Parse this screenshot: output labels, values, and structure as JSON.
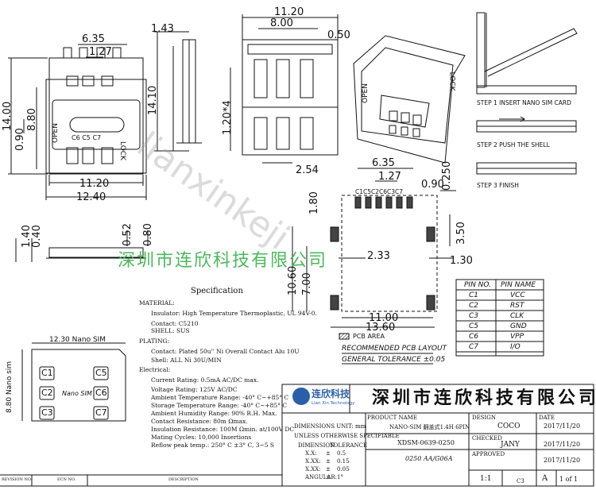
{
  "dims": {
    "top_6_35": "6.35",
    "top_1_27": "1.27",
    "h14": "14.00",
    "h0_90": "0.90",
    "h8_80": "8.80",
    "w11_20": "11.20",
    "w12_40": "12.40",
    "mid_11_20": "11.20",
    "mid_8_00": "8.00",
    "mid_0_50": "0.50",
    "mid_1_43": "1.43",
    "mid_14_10": "14.10",
    "mid_1_20x4": "1.20*4",
    "mid_2_54": "2.54",
    "side_1_40": "1.40",
    "side_0_40": "0.40",
    "side_0_52": "0.52",
    "side_0_80": "0.80",
    "pcb_6_35": "6.35",
    "pcb_1_27": "1.27",
    "pcb_0_90": "0.90",
    "pcb_0_250": "0.250",
    "pcb_1_80": "1.80",
    "pcb_3_50": "3.50",
    "pcb_2_33": "2.33",
    "pcb_1_30": "1.30",
    "pcb_10_60": "10.60",
    "pcb_7_00": "7.00",
    "pcb_11_00": "11.00",
    "pcb_13_60": "13.60"
  },
  "labels": {
    "open": "OPEN",
    "lock": "LOCK",
    "c6c5c7": "C6  C5  C7",
    "pcb_pins": "C1C5C2C6C3C7",
    "pcb_area": "PCB AREA",
    "recommended": "RECOMMENDED PCB LAYOUT",
    "tolerance": "GENERAL TOLERANCE ±0.05",
    "nano_sim_w": "12.30 Nano SIM",
    "nano_sim_h": "8.80 Nano sim",
    "nano_sim": "Nano SIM",
    "sim_pins": [
      "C1",
      "C5",
      "C2",
      "C6",
      "C3",
      "C7"
    ]
  },
  "steps": {
    "step1": "STEP 1 INSERT NANO SIM CARD",
    "step2": "STEP 2 PUSH THE SHELL",
    "step3": "STEP 3 FINISH"
  },
  "spec": {
    "title": "Specification",
    "material": "MATERIAL:",
    "insulator": "Insulator: High Temperature Thermoplastic, UL 94V-0.",
    "contact": "Contact: C5210",
    "shell": "SHELL: SUS",
    "plating": "PLATING:",
    "plating_contact": "Contact: Plated 50u'' Ni Overall Contact Alu 10U",
    "plating_shell": "Shell: ALL Ni 30U/MIN",
    "electrical": "Electrical:",
    "lines": [
      "Current Rating: 0.5mA AC/DC max.",
      "Voltage Rating: 125V AC/DC",
      "Ambient Temperature Range: -40° C~+85° C",
      "Storage Temperature Range: -40° C~+85° C",
      "Ambient Humidity Range: 90% R.H. Max.",
      "Contact Resistance: 80m Ωmax.",
      "Insulation Resistance: 100M Ωmin. at/100V DC",
      "Mating Cycles: 10,000 Insertions",
      "Reflow peak temp.: 250° C ±3° C, 3~5 S"
    ]
  },
  "pin_table": {
    "headers": [
      "PIN NO.",
      "PIN NAME"
    ],
    "rows": [
      [
        "C1",
        "VCC"
      ],
      [
        "C2",
        "RST"
      ],
      [
        "C3",
        "CLK"
      ],
      [
        "C5",
        "GND"
      ],
      [
        "C6",
        "VPP"
      ],
      [
        "C7",
        "I/O"
      ]
    ]
  },
  "title_block": {
    "logo_cn": "连欣科技",
    "logo_en": "Lian Xin Technology",
    "company": "深圳市连欣科技有限公司",
    "product_label": "PRODUCT NAME",
    "product_name": "NANO-SIM 翻盖式1.4H 6PIN",
    "model": "XDSM-0639-0250",
    "dimension": "DIMENSIONS UNIT: mm",
    "unless": "UNLESS OTHERWISE SPECIFIABLE",
    "dimension_col": "DIMENSION",
    "tolerance_col": "TOLERANCE",
    "tol_rows": [
      [
        "X.X:",
        "±",
        "0.5"
      ],
      [
        "X.XX:",
        "±",
        "0.15"
      ],
      [
        "X.XX:",
        "±",
        "0.05"
      ],
      [
        "ANGULAR:",
        "±",
        "1°"
      ]
    ],
    "drawing_no": "0250 AA/G06A",
    "design_label": "DESIGN",
    "design": "COCO",
    "date_label": "DATE",
    "date1": "2017/11/20",
    "checked_label": "CHECKED",
    "checked": "JANY",
    "date2": "2017/11/20",
    "approved_label": "APPROVED",
    "date3": "2017/11/20",
    "scale": "1:1",
    "sheet": "A",
    "page": "1 of 1",
    "revision": "C3",
    "rev_footer": "REVISION NO.",
    "ecr_no": "ECN NO.",
    "description": "DESCRIPTION"
  },
  "watermark": {
    "green": "深圳市连欣科技有限公司",
    "gray": "lianxinkeji"
  }
}
